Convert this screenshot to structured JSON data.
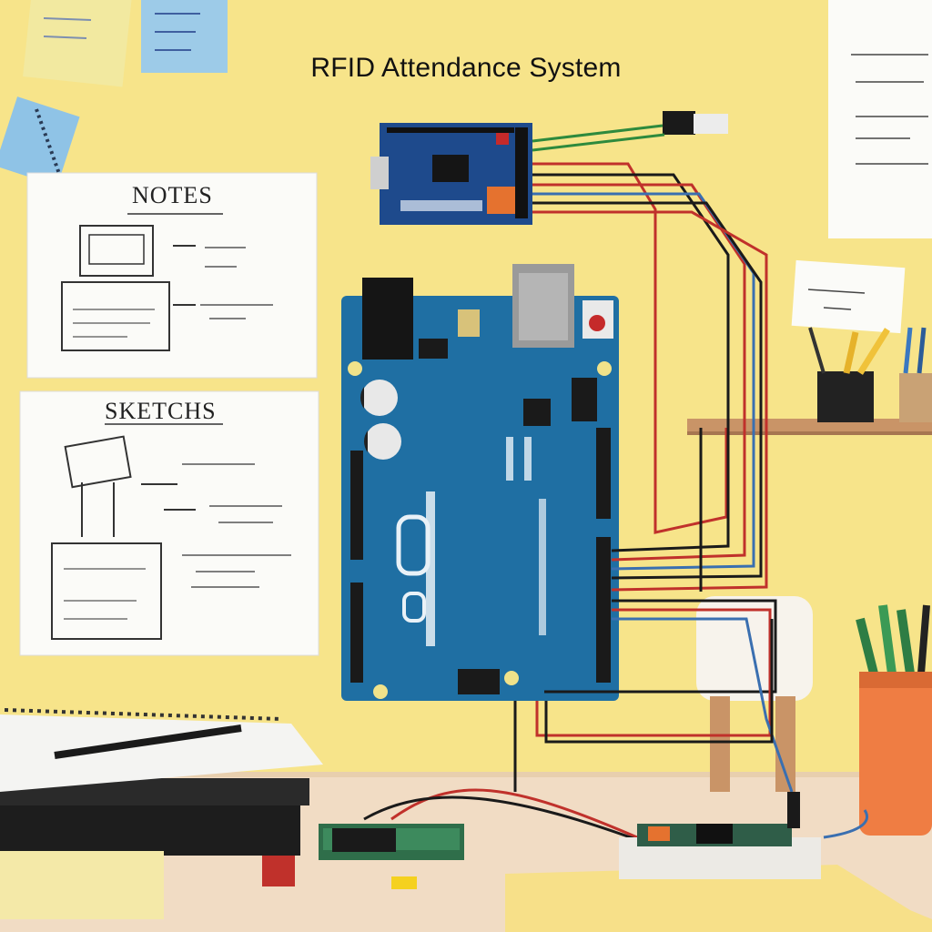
{
  "title": "RFID Attendance System",
  "notes_paper": {
    "heading": "NOTES"
  },
  "sketches_paper": {
    "heading": "SKETCHS"
  },
  "colors": {
    "wall": "#f7e48a",
    "desk": "#f3dfc8",
    "board_blue": "#1f6fa3",
    "rfid_board": "#1e4a8c",
    "wire_red": "#c0312b",
    "wire_black": "#1a1a1a",
    "wire_green": "#2e8a3d",
    "wire_blue": "#3a6fb0"
  },
  "icons": [
    "arduino-board",
    "rfid-reader-module",
    "usb-connector",
    "pencil-cup",
    "notebook-stack",
    "breadboard"
  ]
}
